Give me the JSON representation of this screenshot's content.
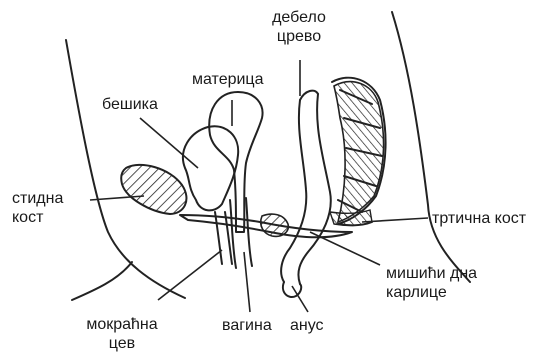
{
  "labels": {
    "colon": "дебело\nцрево",
    "uterus": "материца",
    "bladder": "бешика",
    "pubic_bone": "стидна\nкост",
    "coccyx": "тртична кост",
    "pelvic_floor": "мишићи дна\nкарлице",
    "urethra": "мокраћна\nцев",
    "vagina": "вагина",
    "anus": "анус"
  }
}
